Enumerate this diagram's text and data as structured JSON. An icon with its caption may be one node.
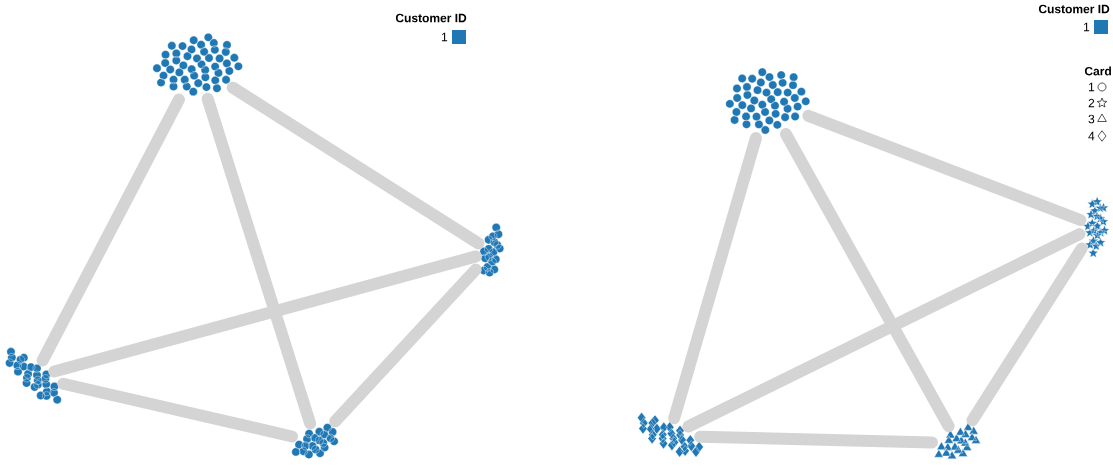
{
  "diagram": {
    "nodes": [
      {
        "text": [],
        "shape": "dots"
      },
      {
        "text": [],
        "shape": "dots"
      },
      {
        "text": [],
        "shape": "dots"
      },
      {
        "text": [],
        "shape": "dots"
      },
      {
        "text": [],
        "shape": "dots"
      },
      {
        "text": [],
        "shape": "dots"
      },
      {
        "text": [],
        "shape": "dots"
      },
      {
        "text": [],
        "shape": "dots"
      }
    ],
    "edges": [
      {
        "from": 0,
        "to": 2,
        "arrow": "none"
      },
      {
        "from": 0,
        "to": 3,
        "arrow": "none"
      },
      {
        "from": 0,
        "to": 1,
        "arrow": "none"
      },
      {
        "from": 1,
        "to": 2,
        "arrow": "none"
      },
      {
        "from": 1,
        "to": 3,
        "arrow": "none"
      },
      {
        "from": 2,
        "to": 3,
        "arrow": "none"
      },
      {
        "from": 4,
        "to": 6,
        "arrow": "none"
      },
      {
        "from": 4,
        "to": 7,
        "arrow": "none"
      },
      {
        "from": 4,
        "to": 5,
        "arrow": "none"
      },
      {
        "from": 5,
        "to": 6,
        "arrow": "none"
      },
      {
        "from": 5,
        "to": 7,
        "arrow": "none"
      },
      {
        "from": 6,
        "to": 7,
        "arrow": "none"
      }
    ],
    "labels": [
      "Customer ID",
      "Customer ID",
      "Card"
    ],
    "legend": [
      {
        "text": "1",
        "color": "#1f77b4"
      },
      {
        "text": "1",
        "color": "#1f77b4"
      },
      {
        "text": "1"
      },
      {
        "text": "2"
      },
      {
        "text": "3"
      },
      {
        "text": "4"
      }
    ]
  }
}
